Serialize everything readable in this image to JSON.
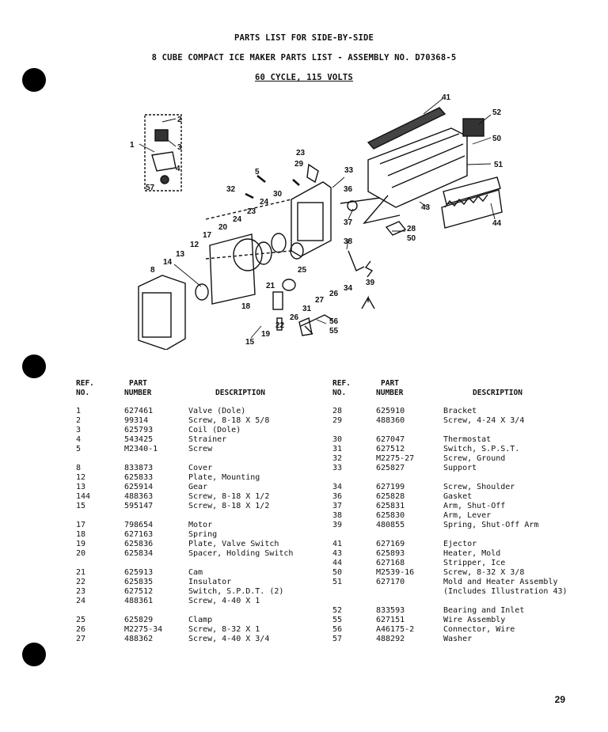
{
  "header": {
    "title": "PARTS LIST FOR SIDE-BY-SIDE",
    "subtitle": "8 CUBE COMPACT ICE MAKER PARTS LIST - ASSEMBLY NO. D70368-5",
    "cycle": "60 CYCLE, 115 VOLTS"
  },
  "diagram": {
    "callouts": [
      "1",
      "2",
      "3",
      "4",
      "57",
      "41",
      "52",
      "50",
      "51",
      "44",
      "43",
      "28",
      "50",
      "23",
      "29",
      "33",
      "36",
      "37",
      "38",
      "39",
      "5",
      "32",
      "30",
      "24",
      "23",
      "24",
      "20",
      "17",
      "12",
      "13",
      "14",
      "8",
      "21",
      "25",
      "26",
      "34",
      "27",
      "31",
      "26",
      "22",
      "19",
      "18",
      "15",
      "56",
      "55"
    ]
  },
  "table": {
    "columns": {
      "ref_line1": "REF.",
      "ref_line2": "NO.",
      "part_line1": "PART",
      "part_line2": "NUMBER",
      "description": "DESCRIPTION"
    },
    "left_groups": [
      [
        {
          "ref": "1",
          "part": "627461",
          "desc": "Valve (Dole)"
        },
        {
          "ref": "2",
          "part": "99314",
          "desc": "Screw, 8-18 X 5/8"
        },
        {
          "ref": "3",
          "part": "625793",
          "desc": "Coil (Dole)"
        },
        {
          "ref": "4",
          "part": "543425",
          "desc": "Strainer"
        },
        {
          "ref": "5",
          "part": "M2340-1",
          "desc": "Screw"
        }
      ],
      [
        {
          "ref": "8",
          "part": "833873",
          "desc": "Cover"
        },
        {
          "ref": "12",
          "part": "625833",
          "desc": "Plate, Mounting"
        },
        {
          "ref": "13",
          "part": "625914",
          "desc": "Gear"
        },
        {
          "ref": "144",
          "part": "488363",
          "desc": "Screw, 8-18 X 1/2"
        },
        {
          "ref": "15",
          "part": "595147",
          "desc": "Screw, 8-18 X 1/2"
        }
      ],
      [
        {
          "ref": "17",
          "part": "798654",
          "desc": "Motor"
        },
        {
          "ref": "18",
          "part": "627163",
          "desc": "Spring"
        },
        {
          "ref": "19",
          "part": "625836",
          "desc": "Plate, Valve Switch"
        },
        {
          "ref": "20",
          "part": "625834",
          "desc": "Spacer, Holding Switch"
        }
      ],
      [
        {
          "ref": "21",
          "part": "625913",
          "desc": "Cam"
        },
        {
          "ref": "22",
          "part": "625835",
          "desc": "Insulator"
        },
        {
          "ref": "23",
          "part": "627512",
          "desc": "Switch, S.P.D.T. (2)"
        },
        {
          "ref": "24",
          "part": "488361",
          "desc": "Screw, 4-40 X 1"
        }
      ],
      [
        {
          "ref": "25",
          "part": "625829",
          "desc": "Clamp"
        },
        {
          "ref": "26",
          "part": "M2275-34",
          "desc": "Screw, 8-32 X 1"
        },
        {
          "ref": "27",
          "part": "488362",
          "desc": "Screw, 4-40 X 3/4"
        }
      ]
    ],
    "right_groups": [
      [
        {
          "ref": "28",
          "part": "625910",
          "desc": "Bracket"
        },
        {
          "ref": "29",
          "part": "488360",
          "desc": "Screw, 4-24 X 3/4"
        }
      ],
      [
        {
          "ref": "30",
          "part": "627047",
          "desc": "Thermostat"
        },
        {
          "ref": "31",
          "part": "627512",
          "desc": "Switch, S.P.S.T."
        },
        {
          "ref": "32",
          "part": "M2275-27",
          "desc": "Screw, Ground"
        },
        {
          "ref": "33",
          "part": "625827",
          "desc": "Support"
        }
      ],
      [
        {
          "ref": "34",
          "part": "627199",
          "desc": "Screw, Shoulder"
        },
        {
          "ref": "36",
          "part": "625828",
          "desc": "Gasket"
        },
        {
          "ref": "37",
          "part": "625831",
          "desc": "Arm, Shut-Off"
        },
        {
          "ref": "38",
          "part": "625830",
          "desc": "Arm, Lever"
        },
        {
          "ref": "39",
          "part": "480855",
          "desc": "Spring, Shut-Off Arm"
        }
      ],
      [
        {
          "ref": "41",
          "part": "627169",
          "desc": "Ejector"
        },
        {
          "ref": "43",
          "part": "625893",
          "desc": "Heater, Mold"
        },
        {
          "ref": "44",
          "part": "627168",
          "desc": "Stripper, Ice"
        },
        {
          "ref": "50",
          "part": "M2539-16",
          "desc": "Screw, 8-32 X 3/8"
        },
        {
          "ref": "51",
          "part": "627170",
          "desc": "Mold and Heater Assembly"
        },
        {
          "ref": "",
          "part": "",
          "desc": "(Includes Illustration 43)"
        }
      ],
      [
        {
          "ref": "52",
          "part": "833593",
          "desc": "Bearing and Inlet"
        },
        {
          "ref": "55",
          "part": "627151",
          "desc": "Wire Assembly"
        },
        {
          "ref": "56",
          "part": "A46175-2",
          "desc": "Connector, Wire"
        },
        {
          "ref": "57",
          "part": "488292",
          "desc": "Washer"
        }
      ]
    ]
  },
  "footer": {
    "page_number": "29"
  }
}
